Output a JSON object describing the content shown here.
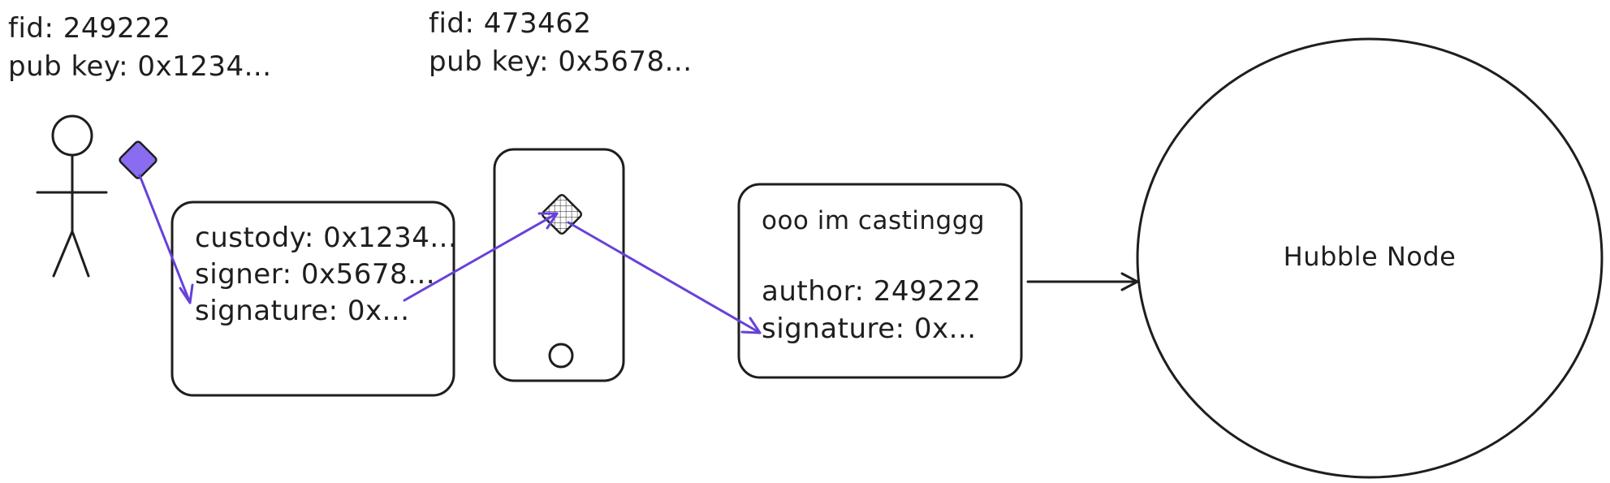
{
  "user_identity": {
    "fid_line": "fid: 249222",
    "pubkey_line": "pub key: 0x1234..."
  },
  "app_identity": {
    "fid_line": "fid: 473462",
    "pubkey_line": "pub key: 0x5678..."
  },
  "signer_message": {
    "custody_line": "custody: 0x1234...",
    "signer_line": "signer: 0x5678...",
    "signature_line": "signature: 0x..."
  },
  "cast_message": {
    "text_line": "ooo im castinggg",
    "author_line": "author: 249222",
    "signature_line": "signature: 0x..."
  },
  "hubble_node": {
    "label": "Hubble Node"
  },
  "colors": {
    "stroke": "#1e1e1e",
    "accent_purple": "#6741d9",
    "key_fill": "#8a6cf0",
    "background": "#ffffff"
  },
  "icons": {
    "person": "stick-figure-icon",
    "user_key": "key-diamond-icon",
    "app_key": "hatched-key-diamond-icon",
    "phone": "phone-icon"
  }
}
